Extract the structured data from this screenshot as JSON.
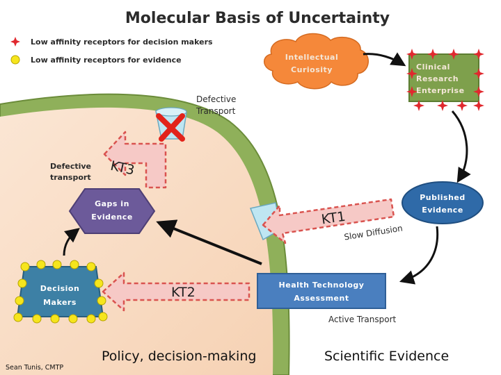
{
  "title": "Molecular Basis of Uncertainty",
  "legend": {
    "decision_makers": "Low affinity receptors for decision makers",
    "evidence": "Low affinity receptors for evidence"
  },
  "nodes": {
    "intellectual_curiosity": [
      "Intellectual",
      "Curiosity"
    ],
    "clinical_research": [
      "Clinical",
      "Research",
      "Enterprise"
    ],
    "published_evidence": [
      "Published",
      "Evidence"
    ],
    "hta": [
      "Health Technology",
      "Assessment"
    ],
    "gaps": [
      "Gaps in",
      "Evidence"
    ],
    "decision_makers": [
      "Decision",
      "Makers"
    ]
  },
  "labels": {
    "defective_transport_top": [
      "Defective",
      "Transport"
    ],
    "defective_transport_left": [
      "Defective",
      "transport"
    ],
    "slow_diffusion": "Slow Diffusion",
    "active_transport": "Active Transport",
    "kt1": "KT1",
    "kt2": "KT2",
    "kt3": "KT3"
  },
  "bottom": {
    "policy": "Policy, decision-making",
    "scientific": "Scientific Evidence",
    "credit": "Sean Tunis, CMTP"
  },
  "colors": {
    "cell_fill": "#f8dcc4",
    "membrane": "#8fb05a",
    "curiosity": "#f5883a",
    "clinical": "#7ea04c",
    "published": "#2f6aa8",
    "hta": "#4a7fbf",
    "gaps": "#6c5a9a",
    "decision_makers": "#3d80a5",
    "kt_arrow": "#f6c9c6",
    "kt_border": "#d9534f",
    "star": "#e0282e",
    "dot": "#f6e51d"
  }
}
